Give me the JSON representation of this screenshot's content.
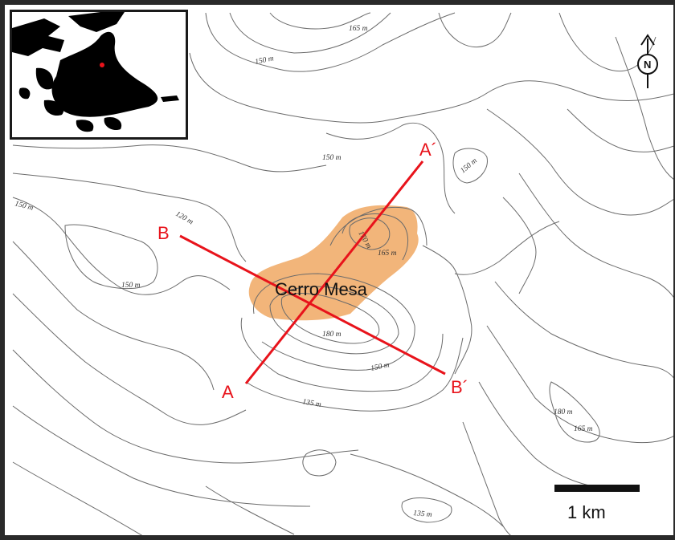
{
  "site": {
    "name": "Cerro Mesa",
    "color": "#f2b57a"
  },
  "profiles": [
    {
      "id": "A-A",
      "start_label": "A",
      "end_label": "A´",
      "color": "#e8131b"
    },
    {
      "id": "B-B",
      "start_label": "B",
      "end_label": "B´",
      "color": "#e8131b"
    }
  ],
  "contour_labels": [
    "165 m",
    "150 m",
    "150 m",
    "150 m",
    "150 m",
    "120 m",
    "150 m",
    "170 m",
    "165 m",
    "180 m",
    "150 m",
    "135 m",
    "180 m",
    "165 m",
    "135 m"
  ],
  "scale_bar": {
    "label": "1 km"
  },
  "north_arrow": {
    "label": "N"
  },
  "inset": {
    "icon": "location-inset-map",
    "marker_color": "#e8131b"
  }
}
